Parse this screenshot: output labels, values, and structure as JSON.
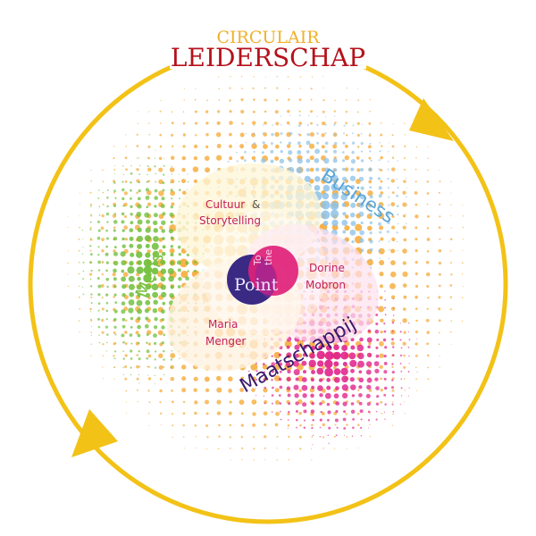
{
  "title": {
    "line1": "CIRCULAIR",
    "line2": "LEIDERSCHAP"
  },
  "domains": {
    "business": "Business",
    "mens": "Mens",
    "maatschappij": "Maatschappij"
  },
  "names": {
    "cultuur_line1": "Cultuur",
    "cultuur_amp": "&",
    "cultuur_line2": "Storytelling",
    "dorine_line1": "Dorine",
    "dorine_line2": "Mobron",
    "maria_line1": "Maria",
    "maria_line2": "Menger"
  },
  "logo": {
    "to": "To",
    "the": "the",
    "point": "Point"
  },
  "colors": {
    "arrow": "#f3c217",
    "title_line1": "#f0b02a",
    "title_line2": "#b5121b",
    "dots_orange": "#f5a020",
    "dots_blue": "#8fc3e8",
    "dots_green": "#6fbf3a",
    "dots_magenta": "#e0208a",
    "business": "#5aa5d8",
    "mens": "#7cc242",
    "maatschappij": "#3b1a6e",
    "petal_text": "#c21f5b",
    "logo_purple": "#3a2a84",
    "logo_magenta": "#e0217a"
  }
}
